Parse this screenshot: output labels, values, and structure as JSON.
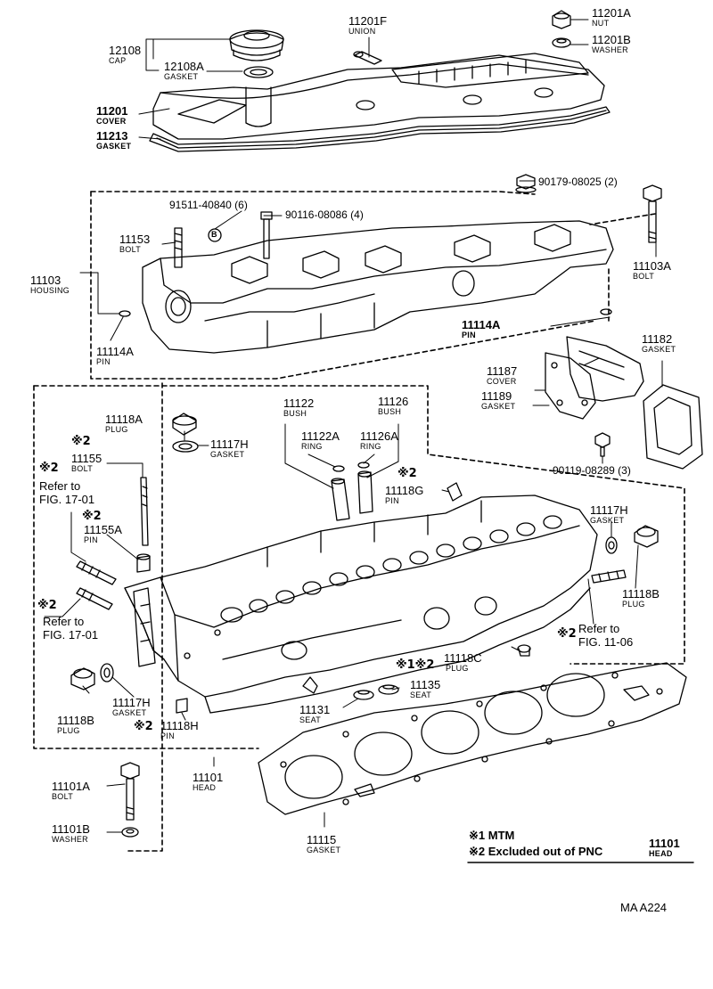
{
  "parts": {
    "p11201F": {
      "number": "11201F",
      "name": "UNION"
    },
    "p11201A": {
      "number": "11201A",
      "name": "NUT"
    },
    "p11201B": {
      "number": "11201B",
      "name": "WASHER"
    },
    "p12108": {
      "number": "12108",
      "name": "CAP"
    },
    "p12108A": {
      "number": "12108A",
      "name": "GASKET"
    },
    "p11201": {
      "number": "11201",
      "name": "COVER"
    },
    "p11213": {
      "number": "11213",
      "name": "GASKET"
    },
    "p90179": {
      "number": "90179-08025 (2)"
    },
    "p91511": {
      "number": "91511-40840 (6)"
    },
    "p90116": {
      "number": "90116-08086 (4)"
    },
    "p11153": {
      "number": "11153",
      "name": "BOLT"
    },
    "p11103": {
      "number": "11103",
      "name": "HOUSING"
    },
    "p11103A": {
      "number": "11103A",
      "name": "BOLT"
    },
    "p11114A_left": {
      "number": "11114A",
      "name": "PIN"
    },
    "p11114A_right": {
      "number": "11114A",
      "name": "PIN"
    },
    "p11182": {
      "number": "11182",
      "name": "GASKET"
    },
    "p11187": {
      "number": "11187",
      "name": "COVER"
    },
    "p11189": {
      "number": "11189",
      "name": "GASKET"
    },
    "p90119": {
      "number": "90119-08289 (3)"
    },
    "p11122": {
      "number": "11122",
      "name": "BUSH"
    },
    "p11126": {
      "number": "11126",
      "name": "BUSH"
    },
    "p11122A": {
      "number": "11122A",
      "name": "RING"
    },
    "p11126A": {
      "number": "11126A",
      "name": "RING"
    },
    "p11118A": {
      "number": "11118A",
      "name": "PLUG"
    },
    "p11117H_top": {
      "number": "11117H",
      "name": "GASKET"
    },
    "p11155": {
      "number": "11155",
      "name": "BOLT"
    },
    "p11155A": {
      "number": "11155A",
      "name": "PIN"
    },
    "p11118G": {
      "number": "11118G",
      "name": "PIN"
    },
    "p11117H_right": {
      "number": "11117H",
      "name": "GASKET"
    },
    "p11118B_right": {
      "number": "11118B",
      "name": "PLUG"
    },
    "p11118C": {
      "number": "11118C",
      "name": "PLUG"
    },
    "p11135": {
      "number": "11135",
      "name": "SEAT"
    },
    "p11131": {
      "number": "11131",
      "name": "SEAT"
    },
    "p11118B_left": {
      "number": "11118B",
      "name": "PLUG"
    },
    "p11117H_left": {
      "number": "11117H",
      "name": "GASKET"
    },
    "p11118H": {
      "number": "11118H",
      "name": "PIN"
    },
    "p11101": {
      "number": "11101",
      "name": "HEAD"
    },
    "p11101A": {
      "number": "11101A",
      "name": "BOLT"
    },
    "p11101B": {
      "number": "11101B",
      "name": "WASHER"
    },
    "p11115": {
      "number": "11115",
      "name": "GASKET"
    }
  },
  "callouts": {
    "circle_b": "B",
    "note2": "※2",
    "note12": "※1※2"
  },
  "refs": {
    "ref_a_1": "Refer to",
    "ref_a_2": "FIG. 17-01",
    "ref_b_1": "Refer to",
    "ref_b_2": "FIG. 17-01",
    "ref_c_1": "Refer to",
    "ref_c_2": "FIG. 11-06"
  },
  "legend": {
    "mtm": "※1 MTM",
    "excluded": "※2 Excluded out of PNC",
    "pnc_number": "11101",
    "pnc_name": "HEAD"
  },
  "footer": {
    "code": "MA  A224"
  }
}
